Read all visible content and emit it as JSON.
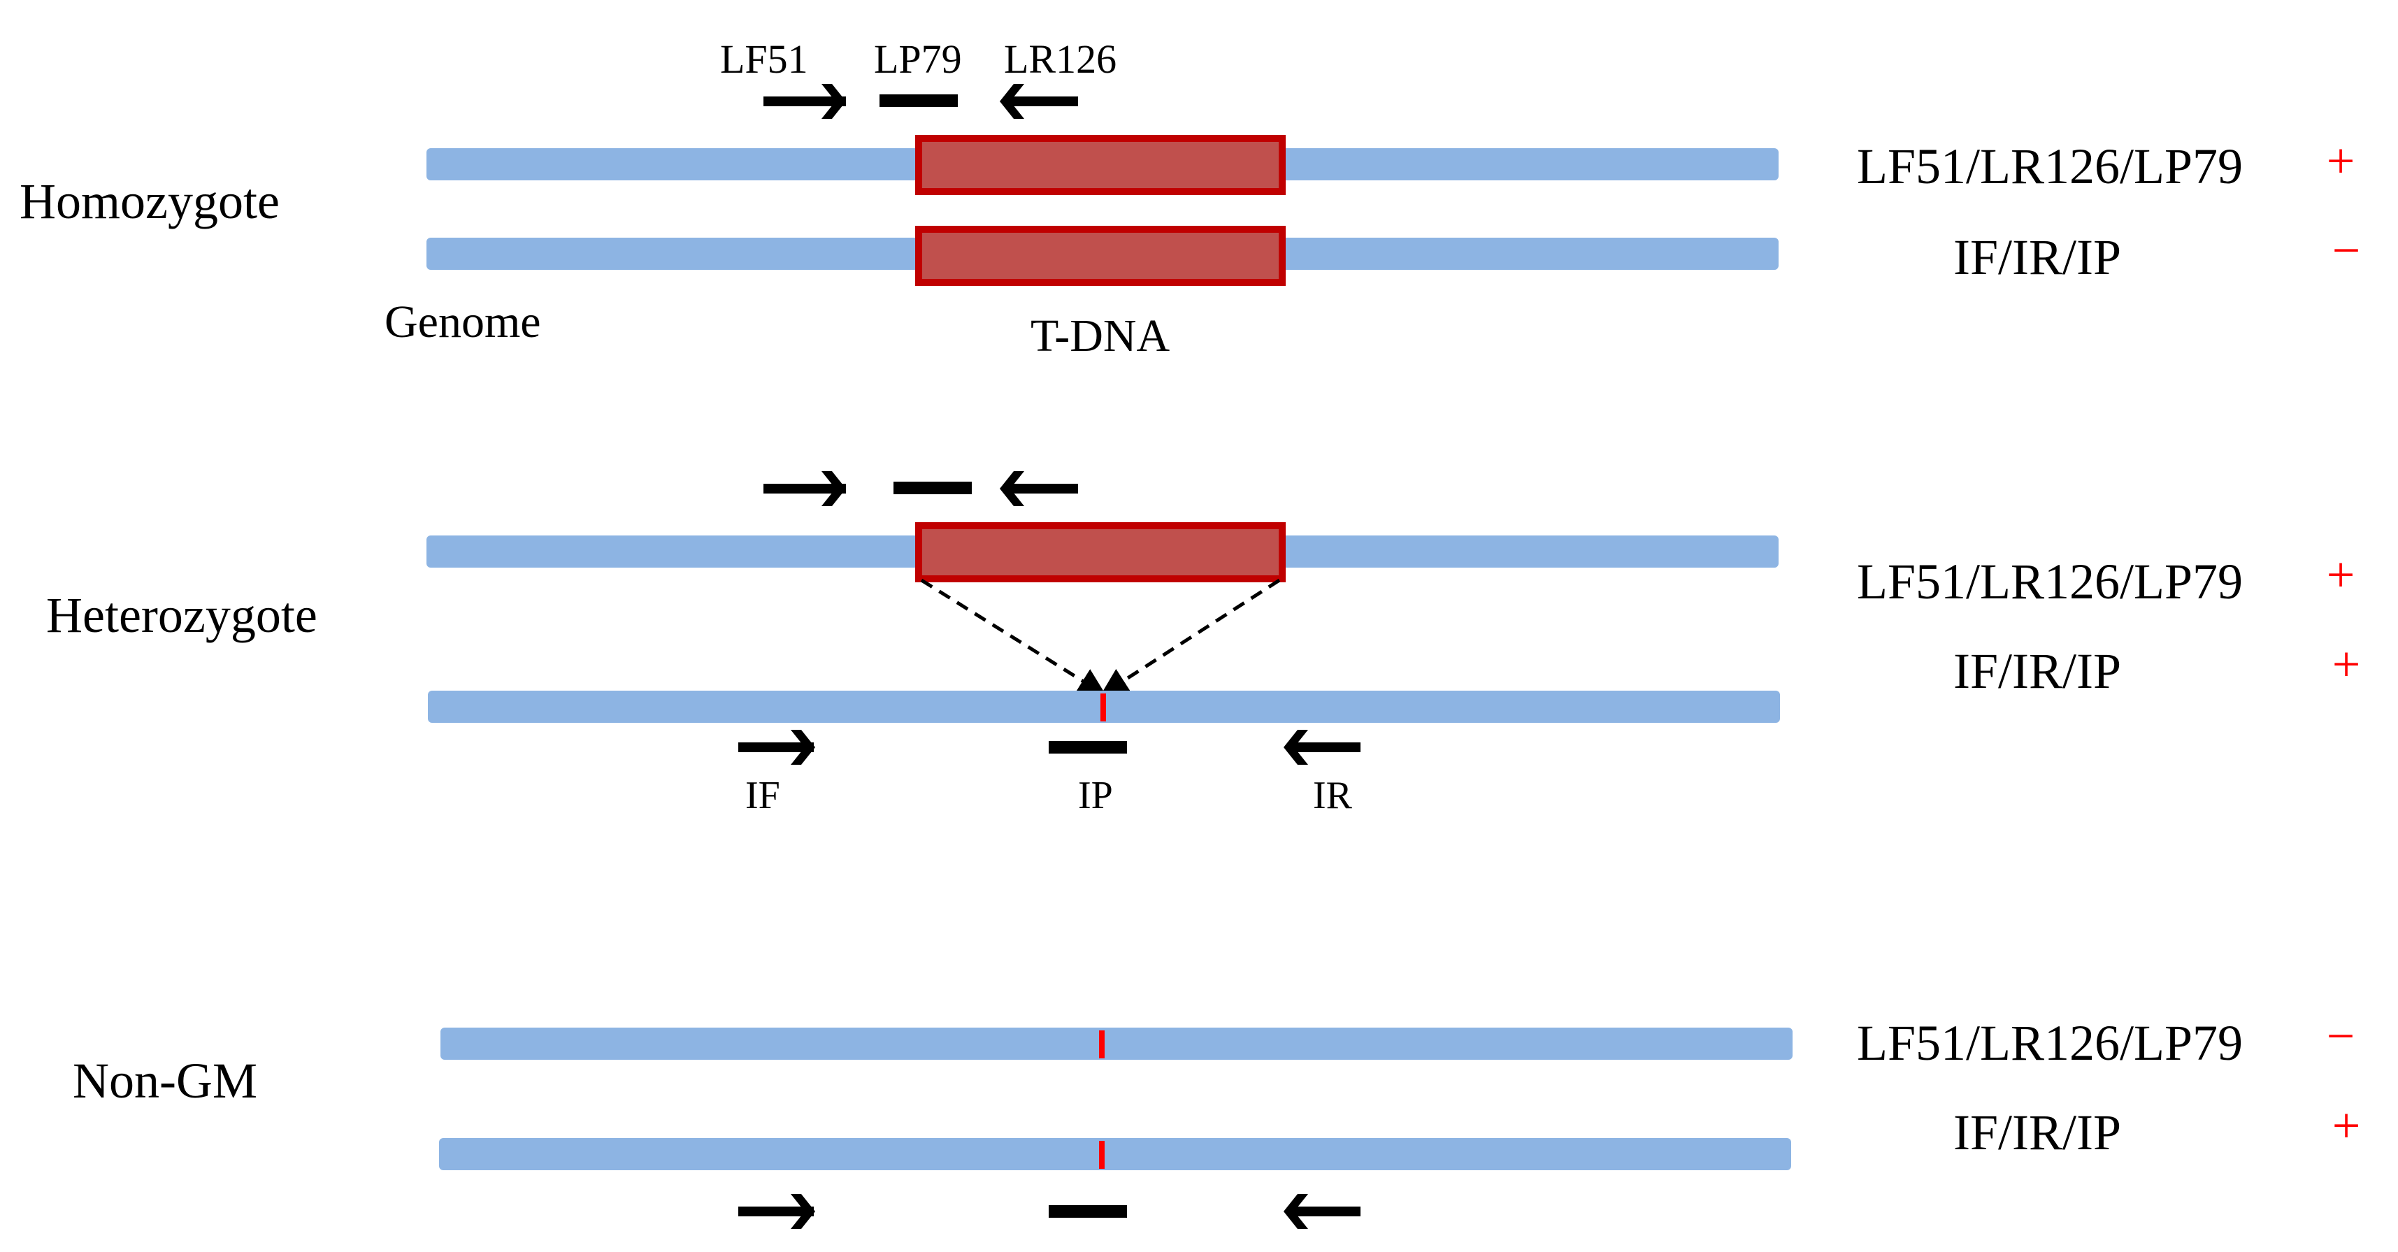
{
  "colors": {
    "chromosome": "#8db4e3",
    "tdna_fill": "#c0504d",
    "tdna_border": "#c00000",
    "site_mark": "#ff0000",
    "symbol": "#ff0000",
    "primer": "#000000"
  },
  "primer_labels": {
    "lf51": "LF51",
    "lp79": "LP79",
    "lr126": "LR126",
    "if": "IF",
    "ip": "IP",
    "ir": "IR"
  },
  "annotations": {
    "genome": "Genome",
    "tdna": "T-DNA"
  },
  "rows": {
    "homozygote": {
      "label": "Homozygote",
      "results": [
        {
          "assay": "LF51/LR126/LP79",
          "symbol": "+"
        },
        {
          "assay": "IF/IR/IP",
          "symbol": "−"
        }
      ]
    },
    "heterozygote": {
      "label": "Heterozygote",
      "results": [
        {
          "assay": "LF51/LR126/LP79",
          "symbol": "+"
        },
        {
          "assay": "IF/IR/IP",
          "symbol": "+"
        }
      ]
    },
    "nongm": {
      "label": "Non-GM",
      "results": [
        {
          "assay": "LF51/LR126/LP79",
          "symbol": "−"
        },
        {
          "assay": "IF/IR/IP",
          "symbol": "+"
        }
      ]
    }
  }
}
